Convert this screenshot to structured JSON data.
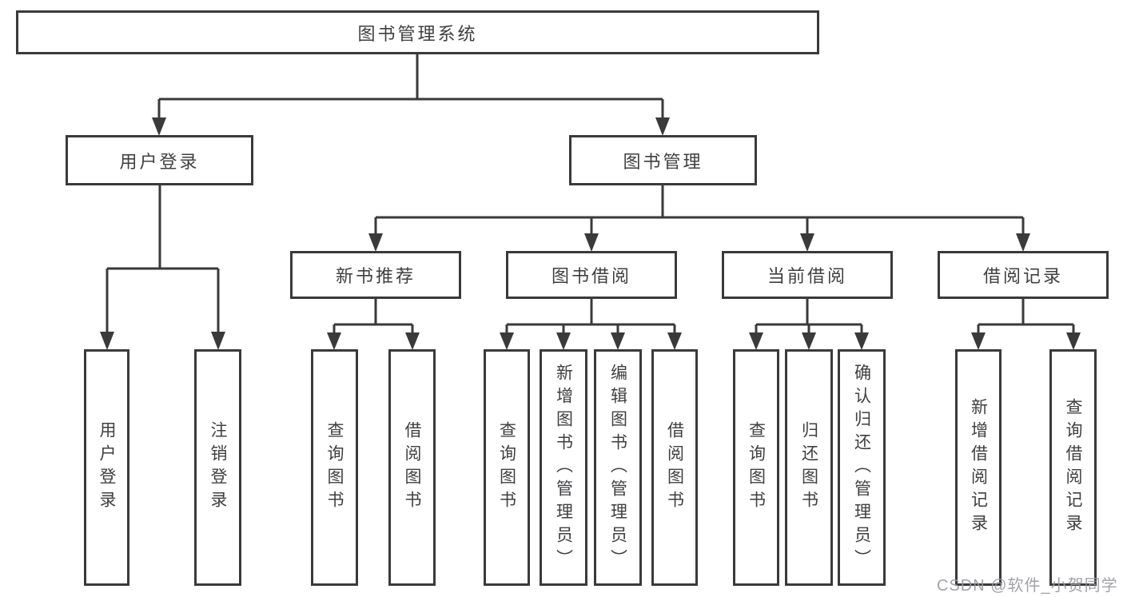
{
  "colors": {
    "line": "#3a3a3a",
    "box_border": "#3a3a3a",
    "text": "#3f3f42",
    "background": "#ffffff",
    "watermark": "#98999e"
  },
  "diagram": {
    "root": {
      "label": "图书管理系统"
    },
    "branches": [
      {
        "label": "用户登录",
        "children": [
          {
            "label": "用户登录"
          },
          {
            "label": "注销登录"
          }
        ]
      },
      {
        "label": "图书管理",
        "children": [
          {
            "label": "新书推荐",
            "children": [
              {
                "label": "查询图书"
              },
              {
                "label": "借阅图书"
              }
            ]
          },
          {
            "label": "图书借阅",
            "children": [
              {
                "label": "查询图书"
              },
              {
                "label": "新增图书（管理员）"
              },
              {
                "label": "编辑图书（管理员）"
              },
              {
                "label": "借阅图书"
              }
            ]
          },
          {
            "label": "当前借阅",
            "children": [
              {
                "label": "查询图书"
              },
              {
                "label": "归还图书"
              },
              {
                "label": "确认归还（管理员）"
              }
            ]
          },
          {
            "label": "借阅记录",
            "children": [
              {
                "label": "新增借阅记录"
              },
              {
                "label": "查询借阅记录"
              }
            ]
          }
        ]
      }
    ]
  },
  "watermark": {
    "text": "CSDN @软件_小贺同学"
  }
}
